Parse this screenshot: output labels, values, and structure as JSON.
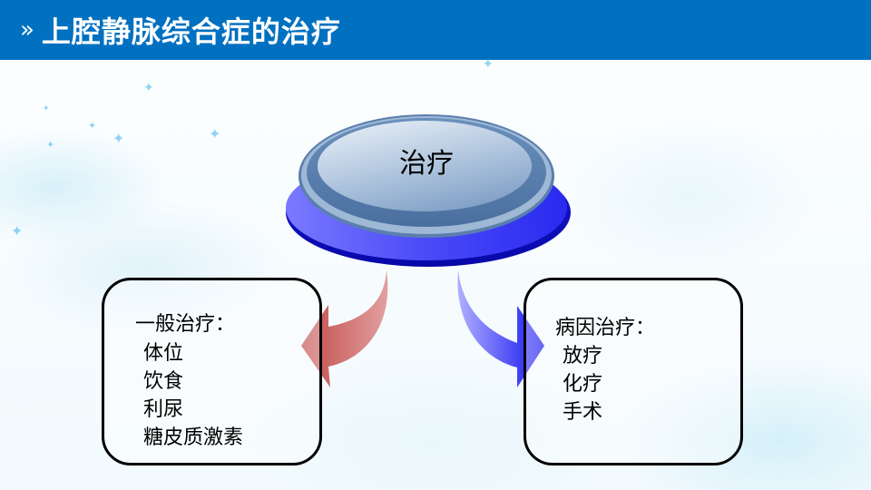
{
  "header": {
    "chevron_icon": "»",
    "title": "上腔静脉综合症的治疗",
    "background_color": "#0070c0"
  },
  "center_node": {
    "label": "治疗",
    "top_color": "#7fa3c8",
    "base_color": "#3b3bf5"
  },
  "left_box": {
    "heading": "一般治疗：",
    "items": [
      "体位",
      "饮食",
      "利尿",
      "糖皮质激素"
    ],
    "arrow_color": "#c85a5a"
  },
  "right_box": {
    "heading": "病因治疗：",
    "items": [
      "放疗",
      "化疗",
      "手术"
    ],
    "arrow_color": "#2020f0"
  }
}
